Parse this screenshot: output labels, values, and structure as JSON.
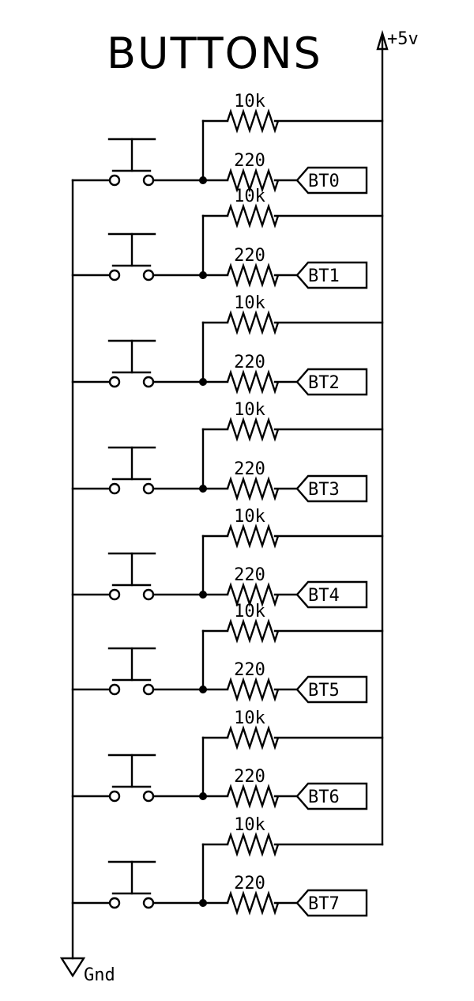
{
  "title": "BUTTONS",
  "supply_label": "+5v",
  "ground_label": "Gnd",
  "pullup_value": "10k",
  "series_value": "220",
  "channels": [
    {
      "label": "BT0"
    },
    {
      "label": "BT1"
    },
    {
      "label": "BT2"
    },
    {
      "label": "BT3"
    },
    {
      "label": "BT4"
    },
    {
      "label": "BT5"
    },
    {
      "label": "BT6"
    },
    {
      "label": "BT7"
    }
  ]
}
